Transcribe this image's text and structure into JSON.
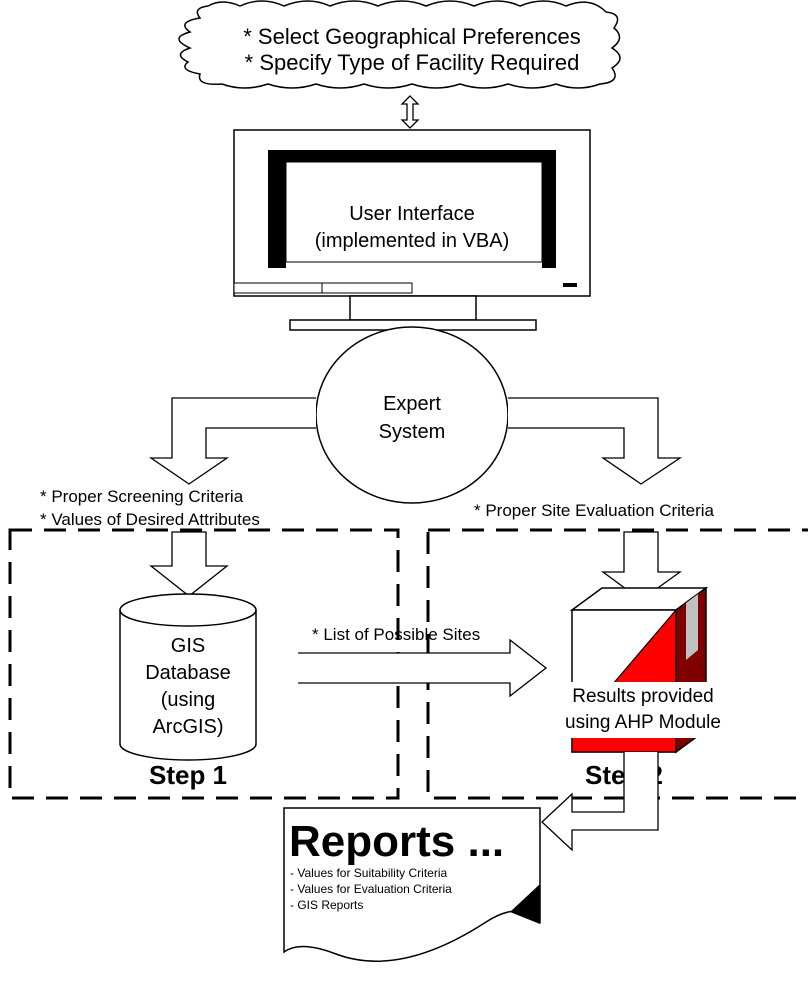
{
  "cloud": {
    "line1": "* Select Geographical Preferences",
    "line2": "* Specify Type of Facility Required"
  },
  "monitor": {
    "line1": "User Interface",
    "line2": "(implemented in VBA)"
  },
  "expert_system": {
    "line1": "Expert",
    "line2": "System"
  },
  "left_criteria": {
    "line1": "* Proper Screening Criteria",
    "line2": "* Values of Desired Attributes"
  },
  "right_criteria": "* Proper Site Evaluation Criteria",
  "database": {
    "line1": "GIS",
    "line2": "Database",
    "line3": "(using",
    "line4": "ArcGIS)"
  },
  "flow_label": "* List of Possible Sites",
  "results": {
    "line1": "Results provided",
    "line2": "using AHP Module"
  },
  "step1": "Step 1",
  "step2": "Step 2",
  "reports": {
    "title": "Reports ...",
    "items": [
      "- Values for Suitability Criteria",
      "- Values for Evaluation Criteria",
      "- GIS Reports"
    ]
  },
  "colors": {
    "box_red": "#ff0000",
    "box_dark_red": "#800000",
    "box_gray": "#c0c0c0",
    "stroke": "#000000"
  }
}
